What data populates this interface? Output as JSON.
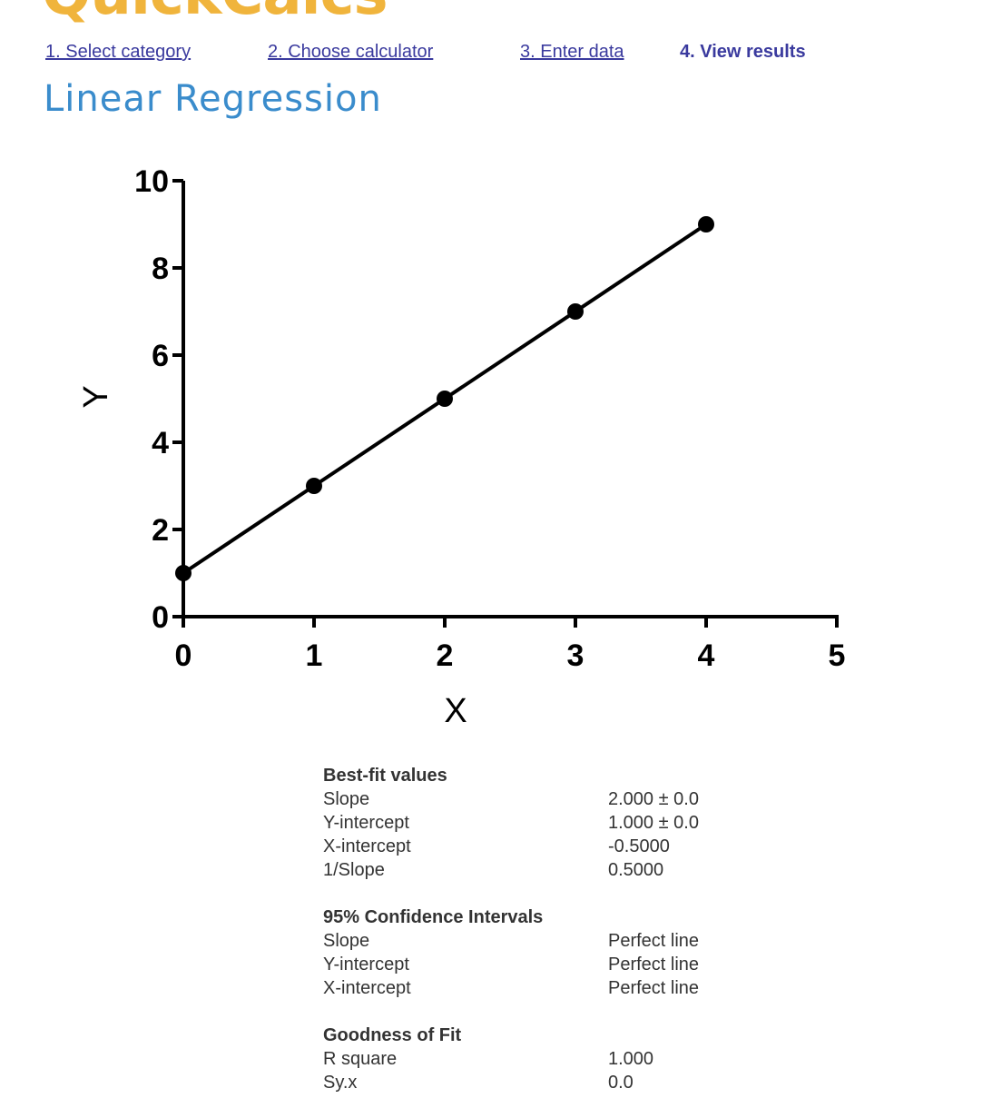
{
  "app": {
    "logo_text": "QuickCalcs",
    "logo_color": "#f0b43c",
    "link_color": "#3a3a9e",
    "title_color": "#3a8ccc"
  },
  "steps": [
    {
      "label": "1. Select category",
      "state": "link"
    },
    {
      "label": "2. Choose calculator",
      "state": "link"
    },
    {
      "label": "3. Enter data",
      "state": "link"
    },
    {
      "label": "4. View results",
      "state": "current"
    }
  ],
  "page_title": "Linear Regression",
  "chart_data": {
    "type": "scatter",
    "xlabel": "X",
    "ylabel": "Y",
    "xlim": [
      0,
      5
    ],
    "ylim": [
      0,
      10
    ],
    "xticks": [
      0,
      1,
      2,
      3,
      4,
      5
    ],
    "yticks": [
      0,
      2,
      4,
      6,
      8,
      10
    ],
    "grid": false,
    "points": [
      {
        "x": 0,
        "y": 1
      },
      {
        "x": 1,
        "y": 3
      },
      {
        "x": 2,
        "y": 5
      },
      {
        "x": 3,
        "y": 7
      },
      {
        "x": 4,
        "y": 9
      }
    ],
    "fit_line": {
      "x_start": 0,
      "x_end": 4,
      "slope": 2,
      "intercept": 1
    }
  },
  "results": [
    {
      "heading": "Best-fit values",
      "rows": [
        {
          "label": "Slope",
          "value": "2.000 ± 0.0"
        },
        {
          "label": "Y-intercept",
          "value": "1.000 ± 0.0"
        },
        {
          "label": "X-intercept",
          "value": "-0.5000"
        },
        {
          "label": "1/Slope",
          "value": "0.5000"
        }
      ]
    },
    {
      "heading": "95% Confidence Intervals",
      "rows": [
        {
          "label": "Slope",
          "value": "Perfect line"
        },
        {
          "label": "Y-intercept",
          "value": "Perfect line"
        },
        {
          "label": "X-intercept",
          "value": "Perfect line"
        }
      ]
    },
    {
      "heading": "Goodness of Fit",
      "rows": [
        {
          "label": "R square",
          "value": "1.000"
        },
        {
          "label": "Sy.x",
          "value": "0.0"
        }
      ]
    }
  ]
}
